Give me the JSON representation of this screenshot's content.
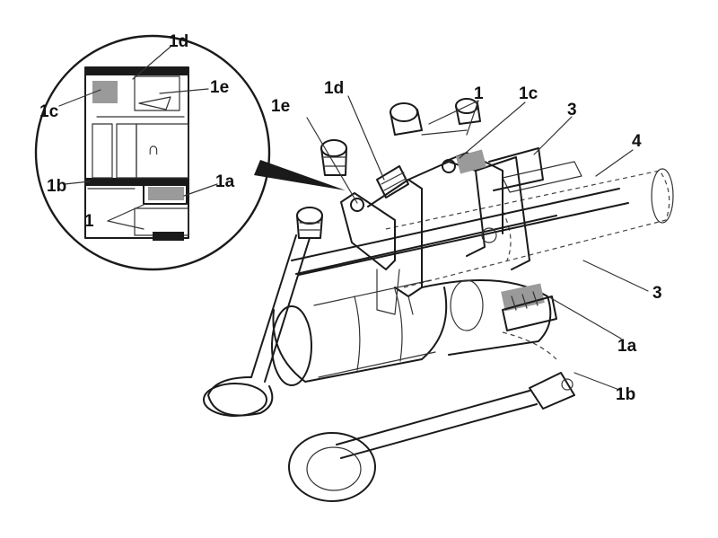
{
  "diagram": {
    "labels": {
      "inset_1d": "1d",
      "inset_1e": "1e",
      "inset_1c": "1c",
      "inset_1b": "1b",
      "inset_1a": "1a",
      "inset_1": "1",
      "main_1e": "1e",
      "main_1d": "1d",
      "main_1": "1",
      "main_1c": "1c",
      "main_3_top": "3",
      "main_4": "4",
      "main_3_right": "3",
      "main_1a": "1a",
      "main_1b": "1b"
    },
    "inset_symbol": "∩"
  }
}
